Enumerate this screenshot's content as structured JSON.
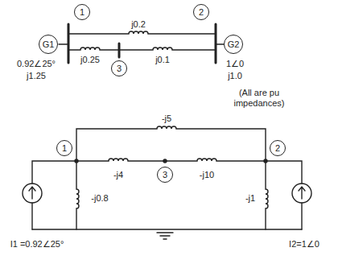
{
  "diagram": {
    "nodes": [
      {
        "text": [
          "1"
        ]
      },
      {
        "text": [
          "2"
        ]
      },
      {
        "text": [
          "G1"
        ]
      },
      {
        "text": [
          "G2"
        ]
      },
      {
        "text": [
          "3"
        ]
      },
      {
        "text": [
          "1"
        ]
      },
      {
        "text": [
          "3"
        ]
      },
      {
        "text": [
          "2"
        ]
      }
    ],
    "labels": [
      "j0.2",
      "j0.25",
      "j0.1",
      "0.92∠25°",
      "j1.25",
      "1∠0",
      "j1.0",
      "(All are pu impedances)",
      "-j5",
      "-j4",
      "-j10",
      "-j0.8",
      "-j1",
      "I1 =0.92∠25°",
      "I2=1∠0"
    ]
  }
}
